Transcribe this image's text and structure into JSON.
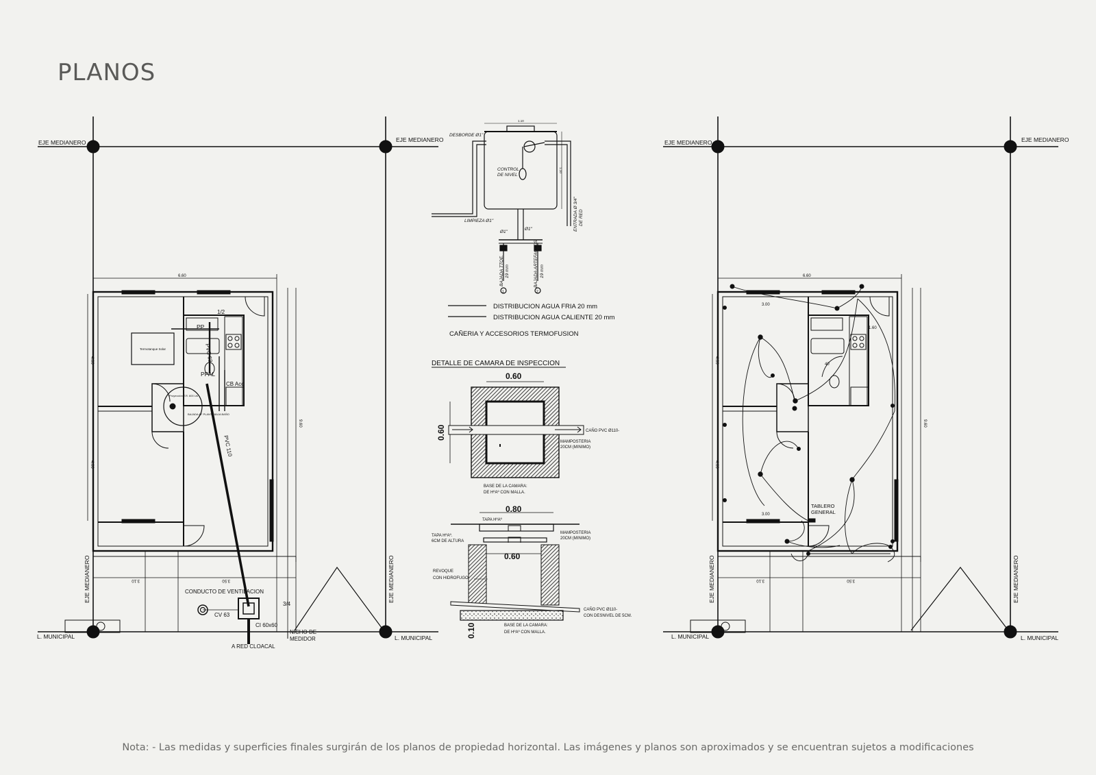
{
  "page": {
    "title": "PLANOS"
  },
  "note": "Nota: - Las medidas y superficies finales surgirán de los planos de propiedad horizontal. Las imágenes y planos son aproximados y se encuentran sujetos a modificaciones",
  "plan_plumbing": {
    "eje_medianero_left": "EJE MEDIANERO",
    "eje_medianero_right": "EJE MEDIANERO",
    "eje_vertical_left": "EJE MEDIANERO",
    "eje_vertical_right": "EJE MEDIANERO",
    "municipal_left": "L. MUNICIPAL",
    "municipal_right": "L. MUNICIPAL",
    "dim_top": "6.60",
    "dim_left_upper": "4.00",
    "dim_left_lower": "4.00",
    "dim_right": "9.60",
    "dim_bottom_left": "3.10",
    "dim_bottom_right": "3.50",
    "fraction_half": "1/2",
    "fraction_three_quarter": "3/4",
    "termotanque": "Termotanque Solar",
    "ppal": "PPAL",
    "pp": "PP",
    "pvc_small": "PVC 63",
    "pvc_110": "PVC 110",
    "cb_acc": "CB Acc",
    "reservoir": "Proyección T.R. 600 Lts",
    "bajada": "BAJADA AF PLANTA BAJA BAÑO",
    "conducto": "CONDUCTO DE VENTILACION",
    "cv": "CV 63",
    "ci": "CI 60x60",
    "nicho_1": "NICHO DE",
    "nicho_2": "MEDIDOR",
    "red_cloacal": "A RED CLOACAL"
  },
  "tank": {
    "desborde": "DESBORDE Ø1\"",
    "control_1": "CONTROL",
    "control_2": "DE NIVEL",
    "limpieza": "LIMPIEZA Ø1\"",
    "entrada_1": "ENTRADA Ø 3/4\"",
    "entrada_2": "DE RED",
    "diam_left": "Ø1\"",
    "diam_right": "Ø1\"",
    "bajada_tque_1": "BAJADA TTQE.",
    "bajada_tque_2": "19 mm",
    "bajada_art_1": "BAJADA ARTEFACTOS",
    "bajada_art_2": "19 mm",
    "marker_1": "1",
    "marker_2": "2",
    "dim_width": "1.10",
    "dim_height": "1.10"
  },
  "legend": {
    "fria": "DISTRIBUCION AGUA FRIA 20 mm",
    "caliente": "DISTRIBUCION AGUA CALIENTE 20 mm",
    "termofusion": "CAÑERIA Y ACCESORIOS TERMOFUSION"
  },
  "camara": {
    "title": "DETALLE DE CAMARA DE INSPECCION",
    "dim_060_top": "0.60",
    "dim_060_side": "0.60",
    "cano": "CAÑO PVC Ø110-",
    "mamposteria_1": "MAMPOSTERIA",
    "mamposteria_2": "20CM (MINIMO)",
    "base_1": "BASE DE LA CAMARA:",
    "base_2": "DE HºAº CON MALLA.",
    "dim_080": "0.80",
    "tapa": "TAPA HºAº",
    "tapa_side_1": "TAPA HºAº.",
    "tapa_side_2": "6CM DE ALTURA",
    "mamp2_1": "MAMPOSTERIA",
    "mamp2_2": "20CM (MINIMO)",
    "dim_060_section": "0.60",
    "revoque_1": "REVOQUE",
    "revoque_2": "CON HIDROFUGO",
    "cano2_1": "CAÑO PVC Ø110-",
    "cano2_2": "CON DESNIVEL DE 5CM.",
    "dim_010": "0.10",
    "base2_1": "BASE DE LA CAMARA:",
    "base2_2": "DE HºAº CON MALLA."
  },
  "plan_electric": {
    "eje_medianero_left": "EJE MEDIANERO",
    "eje_medianero_right": "EJE MEDIANERO",
    "eje_vertical_left": "EJE MEDIANERO",
    "eje_vertical_right": "EJE MEDIANERO",
    "municipal_left": "L. MUNICIPAL",
    "municipal_right": "L. MUNICIPAL",
    "dim_top": "6.60",
    "dim_room_top": "3.00",
    "dim_room_bottom": "3.00",
    "dim_160": "1.60",
    "dim_left_upper": "4.00",
    "dim_left_lower": "4.00",
    "dim_right": "9.60",
    "dim_bottom_left": "3.10",
    "dim_bottom_right": "3.50",
    "small_40": "40",
    "tablero_1": "TABLERO",
    "tablero_2": "GENERAL"
  }
}
